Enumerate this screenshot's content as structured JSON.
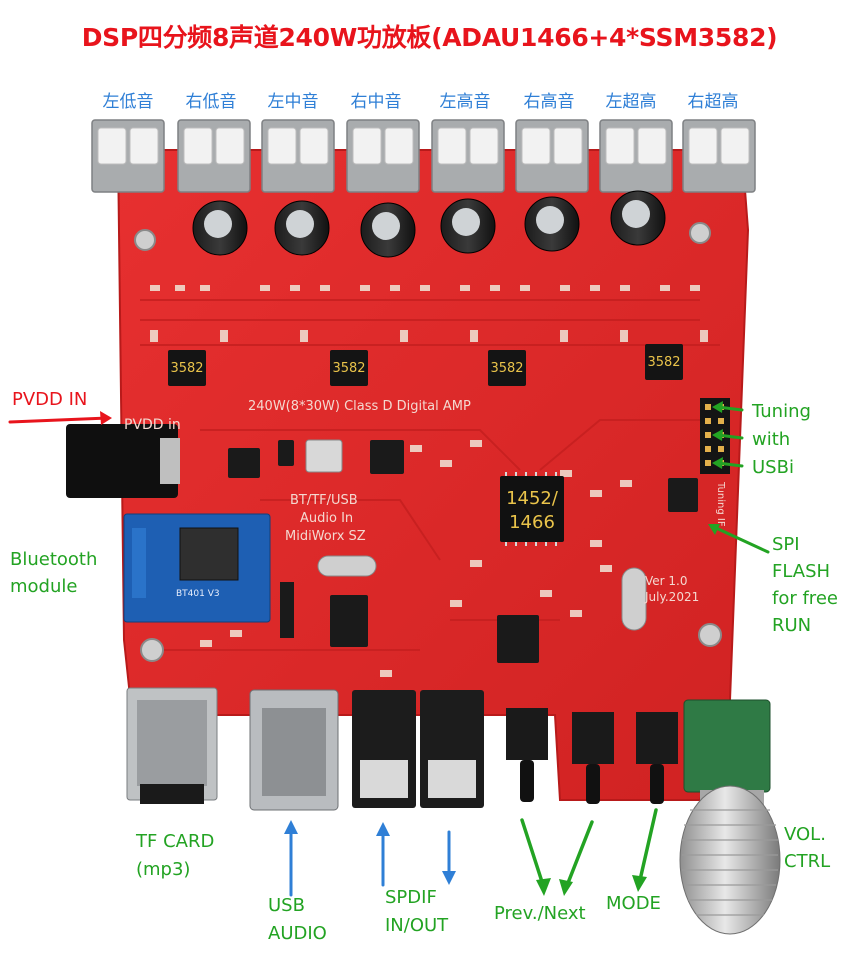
{
  "title": "DSP四分频8声道240W功放板(ADAU1466+4*SSM3582)",
  "channels": [
    "左低音",
    "右低音",
    "左中音",
    "右中音",
    "左高音",
    "右高音",
    "左超高",
    "右超高"
  ],
  "chips": {
    "amp": "3582",
    "dsp_line1": "1452/",
    "dsp_line2": "1466"
  },
  "silkscreen": {
    "amp_title": "240W(8*30W) Class D Digital AMP",
    "pvdd_in": "PVDD in",
    "bt_line1": "BT/TF/USB",
    "bt_line2": "Audio In",
    "bt_line3": "MidiWorx SZ",
    "version_line1": "Ver 1.0",
    "version_line2": "July.2021",
    "bt_module_id": "BT401 V3",
    "tuning_if": "Tuning IF"
  },
  "annotations": {
    "pvdd": "PVDD IN",
    "tuning": [
      "Tuning",
      "with",
      "USBi"
    ],
    "bluetooth": [
      "Bluetooth",
      "module"
    ],
    "spi": [
      "SPI",
      "FLASH",
      "for free",
      "RUN"
    ],
    "tf_card": [
      "TF CARD",
      "(mp3)"
    ],
    "usb_audio": [
      "USB",
      "AUDIO"
    ],
    "spdif": [
      "SPDIF",
      "IN/OUT"
    ],
    "prev_next": "Prev./Next",
    "mode": "MODE",
    "vol": [
      "VOL.",
      "CTRL"
    ]
  },
  "colors": {
    "title": "#e8141c",
    "channel_labels": "#2f7fd6",
    "pcb": "#e02a2a",
    "annotation_green": "#23a323",
    "annotation_red": "#e8141c",
    "arrow_blue": "#2f7fd6"
  }
}
